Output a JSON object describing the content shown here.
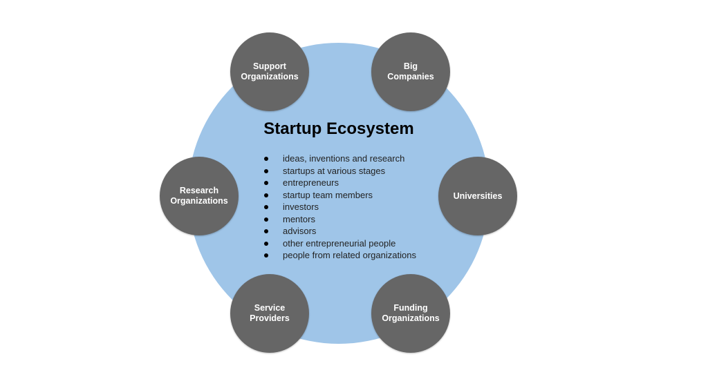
{
  "diagram": {
    "title": "Startup Ecosystem",
    "colors": {
      "main_circle": "#9fc5e8",
      "node_fill": "#666666",
      "node_text": "#ffffff",
      "title_text": "#000000",
      "background": "#ffffff"
    },
    "center_items": [
      "ideas, inventions and research",
      "startups at various stages",
      "entrepreneurs",
      "startup team members",
      "investors",
      "mentors",
      "advisors",
      "other entrepreneurial people",
      "people from related organizations"
    ],
    "nodes": [
      {
        "label": "Support\nOrganizations",
        "position": "top-left"
      },
      {
        "label": "Big\nCompanies",
        "position": "top-right"
      },
      {
        "label": "Research\nOrganizations",
        "position": "middle-left"
      },
      {
        "label": "Universities",
        "position": "middle-right"
      },
      {
        "label": "Service\nProviders",
        "position": "bottom-left"
      },
      {
        "label": "Funding\nOrganizations",
        "position": "bottom-right"
      }
    ]
  }
}
